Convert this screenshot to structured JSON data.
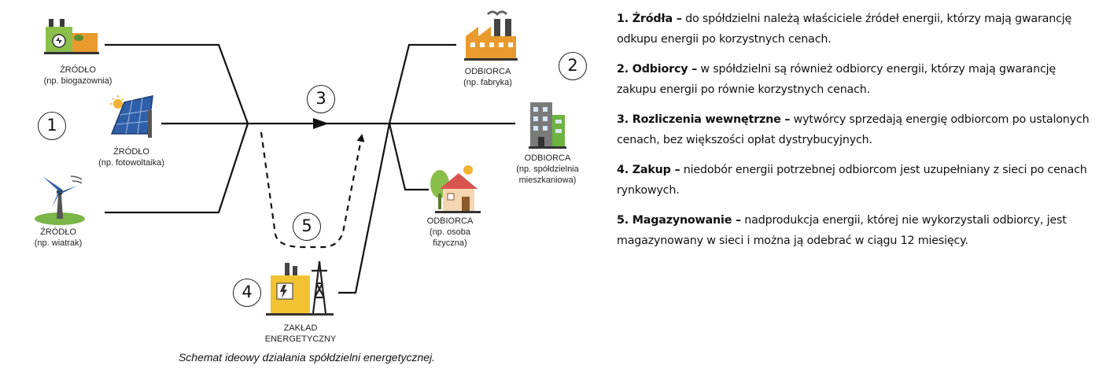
{
  "diagram": {
    "nodes": {
      "source_biogas": {
        "label": "ŹRÓDŁO\n(np. biogazownia)",
        "icon": "biogas-plant-icon"
      },
      "source_pv": {
        "label": "ŹRÓDŁO\n(np. fotowoltaika)",
        "icon": "solar-panel-icon"
      },
      "source_wind": {
        "label": "ŹRÓDŁO\n(np. wiatrak)",
        "icon": "wind-turbine-icon"
      },
      "consumer_factory": {
        "label": "ODBIORCA\n(np. fabryka)",
        "icon": "factory-icon"
      },
      "consumer_coop": {
        "label": "ODBIORCA\n(np. spółdzielnia\nmieszkaniowa)",
        "icon": "apartment-building-icon"
      },
      "consumer_person": {
        "label": "ODBIORCA\n(np. osoba\nfizyczna)",
        "icon": "house-icon"
      },
      "utility": {
        "label": "ZAKŁAD\nENERGETYCZNY",
        "icon": "power-plant-icon"
      }
    },
    "markers": [
      "1",
      "2",
      "3",
      "4",
      "5"
    ],
    "caption": "Schemat ideowy działania spółdzielni energetycznej.",
    "colors": {
      "line": "#111111",
      "accent_orange": "#e89a2c",
      "accent_green": "#6db33f",
      "panel_blue": "#2f5fa8"
    }
  },
  "description": {
    "items": [
      {
        "title": "1. Źródła –",
        "text": " do spółdzielni należą właściciele źródeł energii, którzy mają gwarancję odkupu energii po korzystnych cenach."
      },
      {
        "title": "2. Odbiorcy –",
        "text": " w spółdzielni są również odbiorcy energii, którzy mają gwarancję zakupu energii po równie korzystnych cenach."
      },
      {
        "title": "3. Rozliczenia wewnętrzne –",
        "text": " wytwórcy sprzedają energię odbiorcom po ustalonych cenach, bez większości opłat dystrybucyjnych."
      },
      {
        "title": "4. Zakup –",
        "text": " niedobór energii potrzebnej odbiorcom jest uzupełniany z sieci po cenach rynkowych."
      },
      {
        "title": "5. Magazynowanie –",
        "text": " nadprodukcja energii, której nie wykorzystali odbiorcy, jest magazynowany w sieci i można ją odebrać w ciągu 12 miesięcy."
      }
    ]
  }
}
